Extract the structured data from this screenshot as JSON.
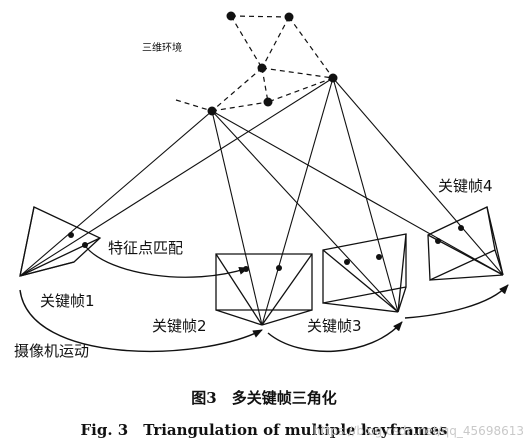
{
  "diagram": {
    "labels": {
      "space_3d": "三维环境",
      "feature_match": "特征点匹配",
      "kf1": "关键帧1",
      "kf2": "关键帧2",
      "kf3": "关键帧3",
      "kf4": "关键帧4",
      "camera_motion": "摄像机运动"
    }
  },
  "caption": {
    "zh": "图3　多关键帧三角化",
    "en": "Fig. 3　Triangulation of multiple keyframes"
  },
  "watermark": "https://blog.csdn.net/qq_45698613",
  "colors": {
    "ink": "#111111",
    "watermark": "#c9c9c9"
  }
}
